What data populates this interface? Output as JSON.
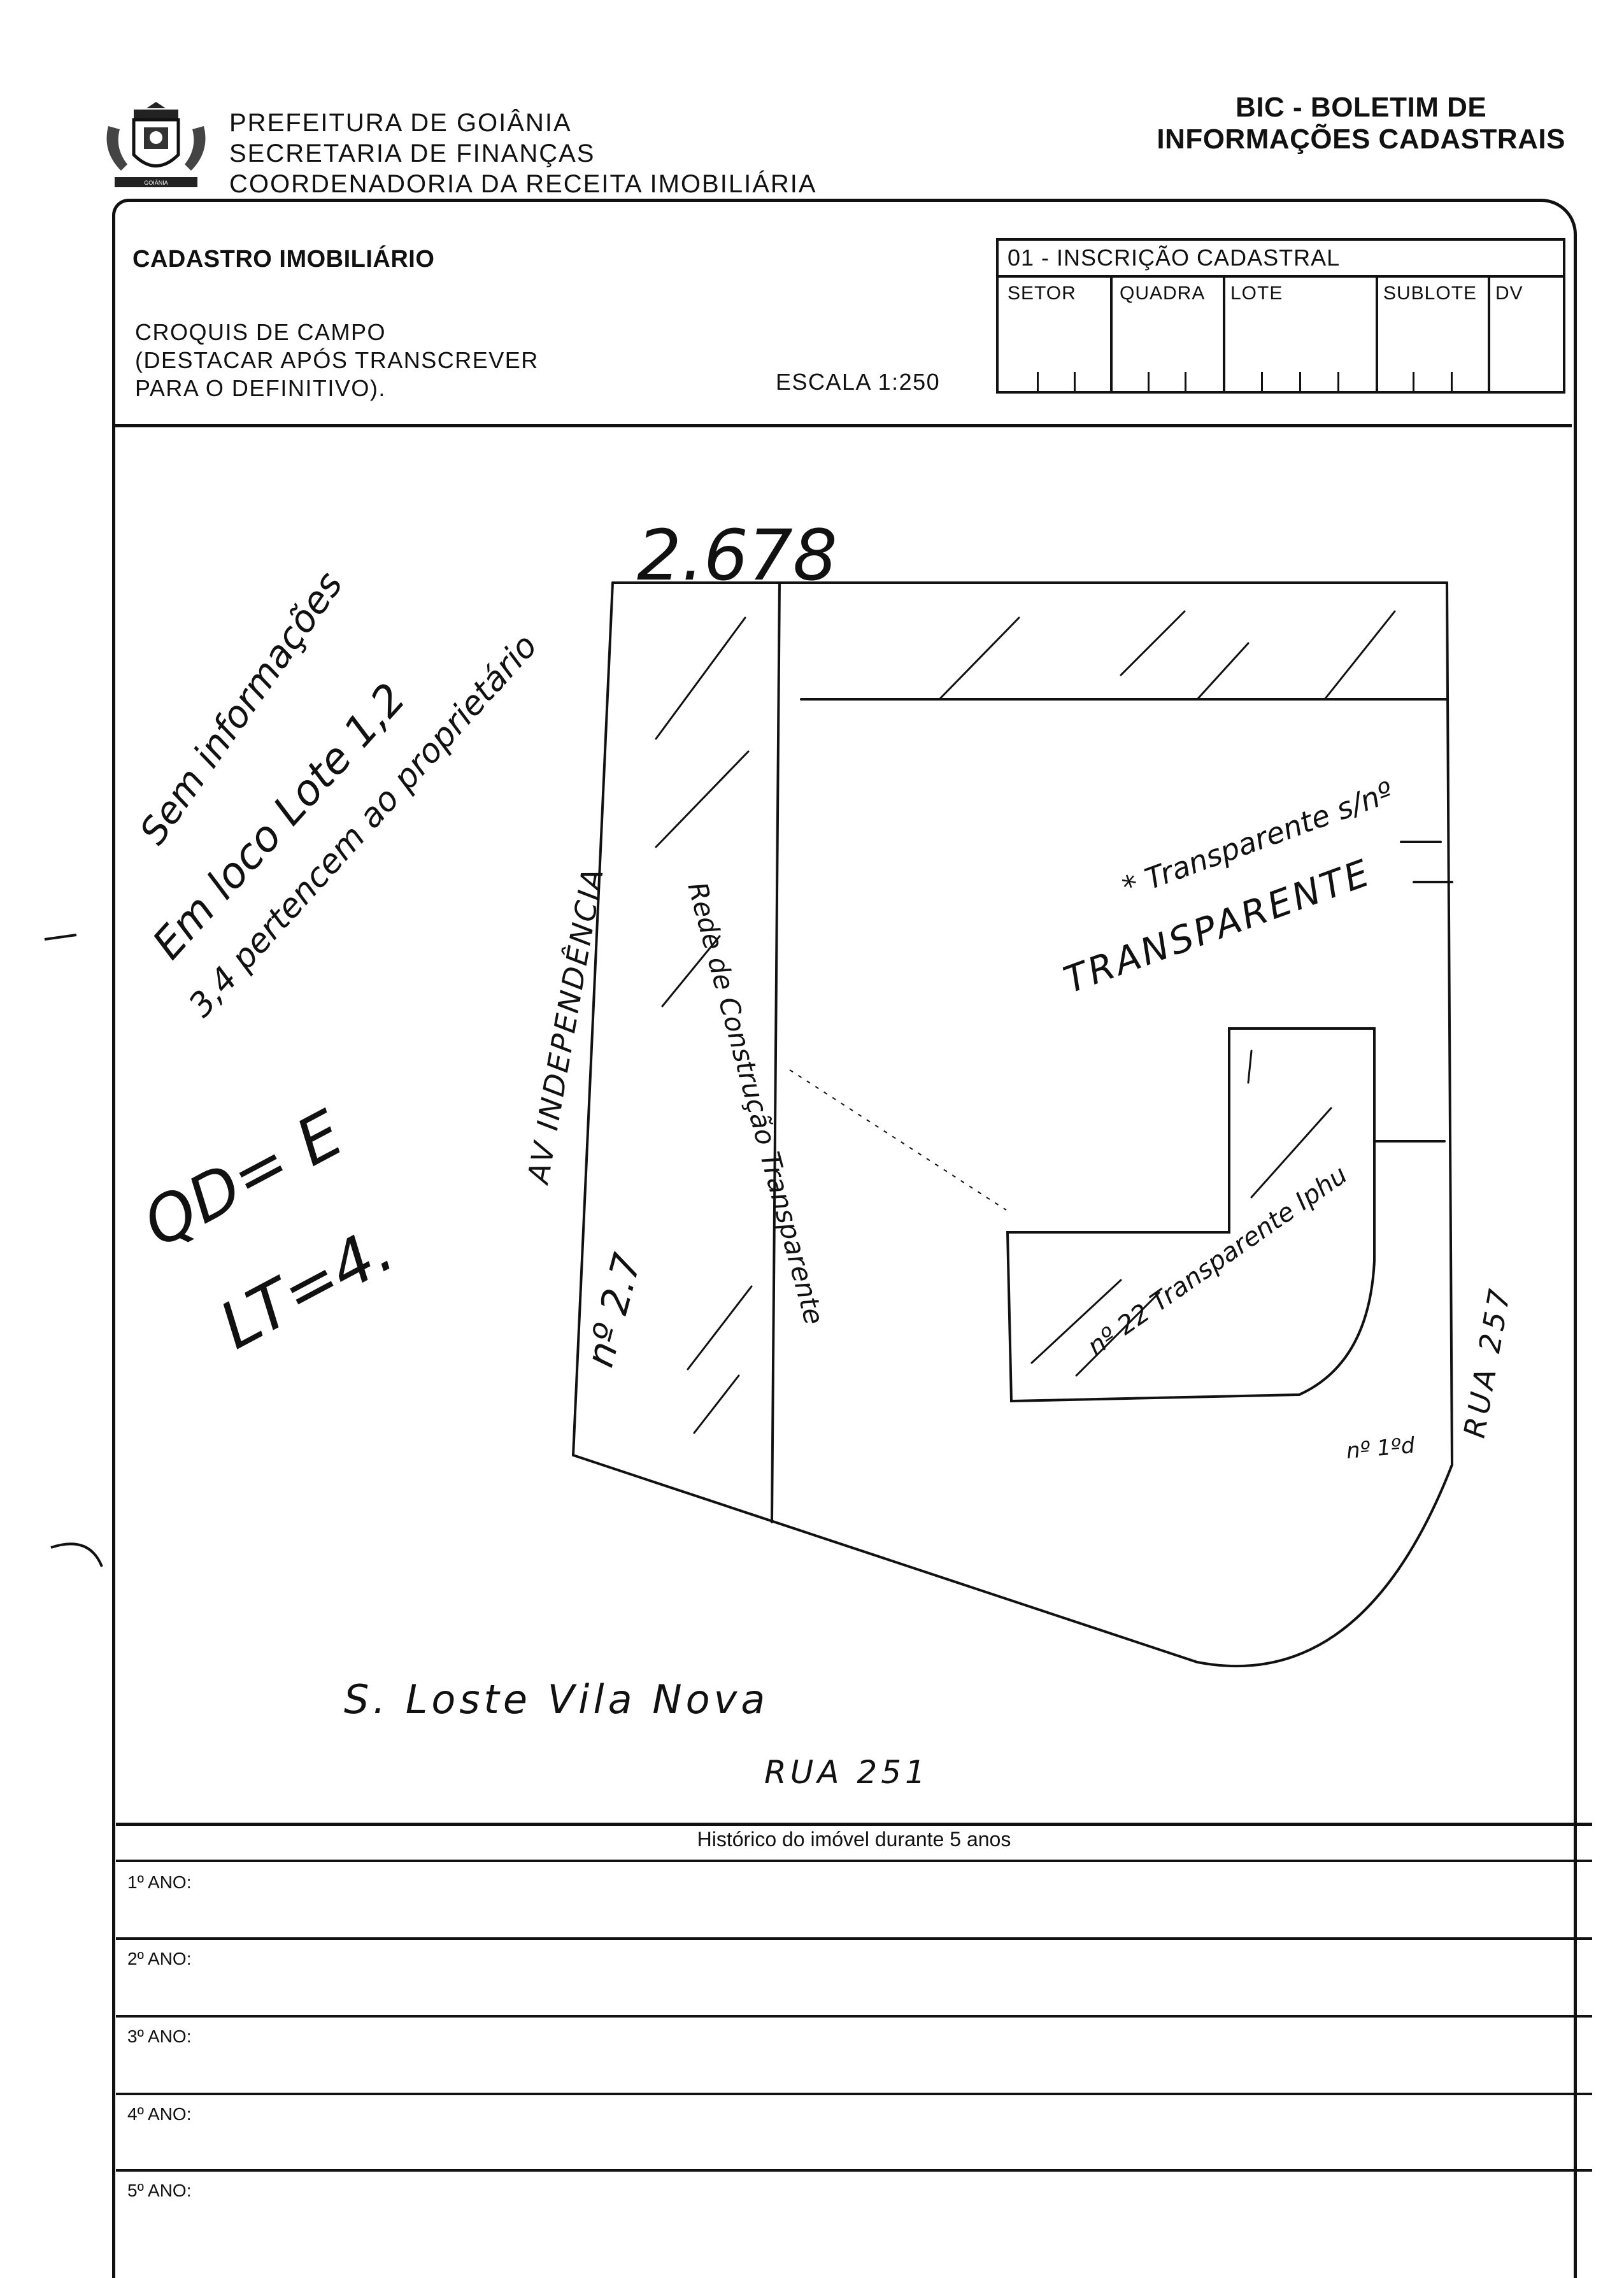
{
  "header": {
    "org_line1": "PREFEITURA DE GOIÂNIA",
    "org_line2": "SECRETARIA DE FINANÇAS",
    "org_line3": "COORDENADORIA DA RECEITA IMOBILIÁRIA",
    "doc_title_line1": "BIC - BOLETIM DE",
    "doc_title_line2": "INFORMAÇÕES CADASTRAIS"
  },
  "section": {
    "title": "CADASTRO IMOBILIÁRIO",
    "subtitle_line1": "CROQUIS DE CAMPO",
    "subtitle_line2": "(DESTACAR APÓS TRANSCREVER",
    "subtitle_line3": "PARA O DEFINITIVO).",
    "scale": "ESCALA 1:250"
  },
  "inscricao": {
    "title": "01 - INSCRIÇÃO CADASTRAL",
    "columns": [
      "SETOR",
      "QUADRA",
      "LOTE",
      "SUBLOTE",
      "DV"
    ]
  },
  "sketch_notes": {
    "number": "2.678",
    "left_note": "Sem informações",
    "left_note_2": "Em loco Lote 1,2",
    "left_note_3": "3,4 pertencem ao proprietário",
    "qd": "QD= E",
    "lt": "LT=4.",
    "avenue": "AV INDEPENDÊNCIA",
    "wall": "Rede de Construção Transparente",
    "wall_num": "nº 2.7",
    "transparent": "TRANSPARENTE",
    "transparent_num": "* Transparente s/nº",
    "building": "nº 22 Transparente Iphu",
    "street_right": "RUA 257",
    "street_right_small": "nº 1ºd",
    "bottom_note": "S. Loste Vila Nova",
    "bottom_street": "RUA 251"
  },
  "history": {
    "title": "Histórico do imóvel durante 5 anos",
    "rows": [
      "1º ANO:",
      "2º ANO:",
      "3º ANO:",
      "4º ANO:",
      "5º ANO:"
    ]
  }
}
